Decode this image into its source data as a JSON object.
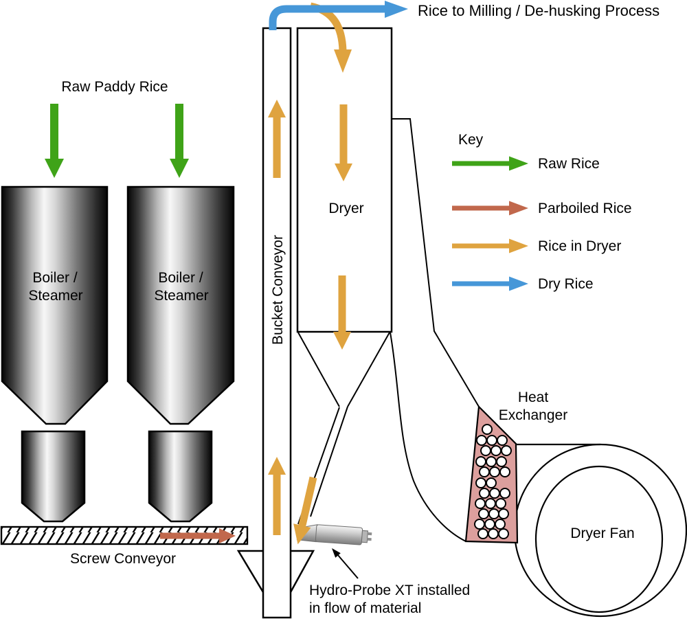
{
  "title": "Rice to Milling / De-husking Process",
  "process": {
    "raw_paddy_rice_label": "Raw Paddy Rice",
    "boiler_label_line1": "Boiler /",
    "boiler_label_line2": "Steamer",
    "screw_conveyor_label": "Screw Conveyor",
    "bucket_conveyor_label": "Bucket Conveyor",
    "dryer_label": "Dryer",
    "heat_exchanger_label_line1": "Heat",
    "heat_exchanger_label_line2": "Exchanger",
    "dryer_fan_label": "Dryer Fan",
    "probe_annotation_line1": "Hydro-Probe XT installed",
    "probe_annotation_line2": "in flow of material"
  },
  "key": {
    "heading": "Key",
    "items": [
      {
        "label": "Raw Rice",
        "color": "#3fa318"
      },
      {
        "label": "Parboiled Rice",
        "color": "#c1684c"
      },
      {
        "label": "Rice in Dryer",
        "color": "#dfa33f"
      },
      {
        "label": "Dry Rice",
        "color": "#4697d8"
      }
    ]
  },
  "colors": {
    "heat_exchanger": "#dc9f9d",
    "outline": "#000000"
  }
}
